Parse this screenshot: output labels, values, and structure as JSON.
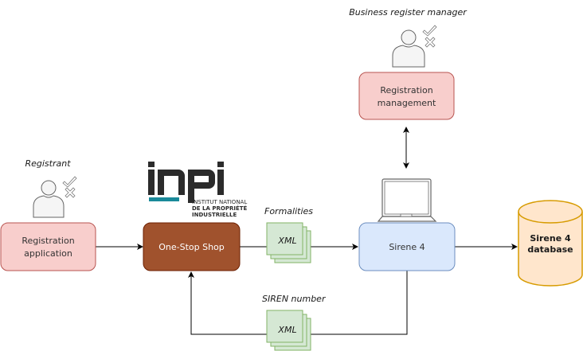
{
  "actors": {
    "registrant": {
      "label": "Registrant"
    },
    "business_register_manager": {
      "label": "Business register manager"
    }
  },
  "nodes": {
    "registration_application": {
      "line1": "Registration",
      "line2": "application",
      "fill": "#f8cecc",
      "stroke": "#b85450"
    },
    "one_stop_shop": {
      "label": "One-Stop Shop",
      "fill": "#a0522d",
      "stroke": "#6d1f00"
    },
    "sirene4": {
      "label": "Sirene 4",
      "fill": "#dae8fc",
      "stroke": "#6c8ebf"
    },
    "registration_management": {
      "line1": "Registration",
      "line2": "management",
      "fill": "#f8cecc",
      "stroke": "#b85450"
    },
    "database": {
      "line1": "Sirene 4",
      "line2": "database",
      "fill": "#ffe6cc",
      "stroke": "#d79b00"
    }
  },
  "documents": {
    "formalities": {
      "caption": "Formalities",
      "label": "XML",
      "fill": "#d5e8d4",
      "stroke": "#82b366"
    },
    "siren_number": {
      "caption": "SIREN number",
      "label": "XML",
      "fill": "#d5e8d4",
      "stroke": "#82b366"
    }
  },
  "logo": {
    "wordmark": "inpi",
    "line1": "INSTITUT NATIONAL",
    "line2": "DE LA PROPRIÉTÉ",
    "line3": "INDUSTRIELLE",
    "accent": "#1a8a9a",
    "dark": "#2b2b2b"
  }
}
